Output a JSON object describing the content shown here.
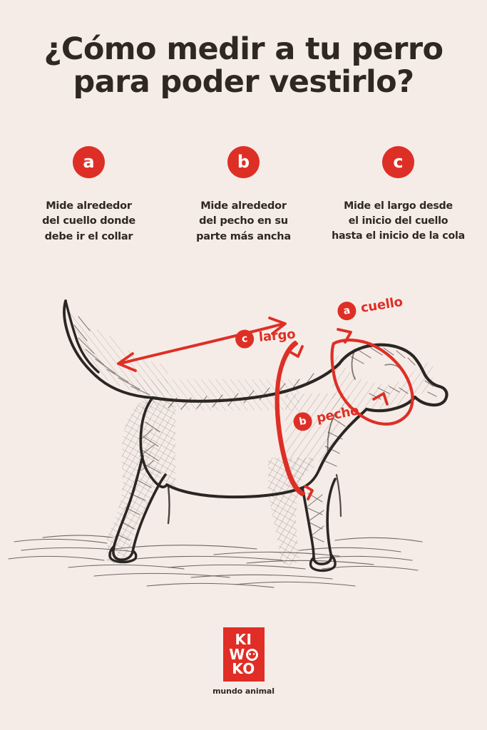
{
  "page": {
    "background_color": "#f6ece7",
    "accent_color": "#de2f26",
    "text_color": "#2f2822"
  },
  "title": {
    "line1": "¿Cómo medir a tu perro",
    "line2": "para poder vestirlo?"
  },
  "steps": [
    {
      "badge": "a",
      "description": "Mide alrededor\ndel cuello donde\ndebe ir el collar"
    },
    {
      "badge": "b",
      "description": "Mide alrededor\ndel pecho en su\nparte más ancha"
    },
    {
      "badge": "c",
      "description": "Mide el largo desde\nel inicio del cuello\nhasta el inicio de la cola"
    }
  ],
  "illustration": {
    "subject": "dog-sketch-side-view",
    "measure_labels": [
      {
        "badge": "a",
        "label": "cuello"
      },
      {
        "badge": "c",
        "label": "largo"
      },
      {
        "badge": "b",
        "label": "pecho"
      }
    ]
  },
  "logo": {
    "line1": "KI",
    "line2_left": "WO",
    "line3": "KO",
    "tagline": "mundo animal"
  }
}
